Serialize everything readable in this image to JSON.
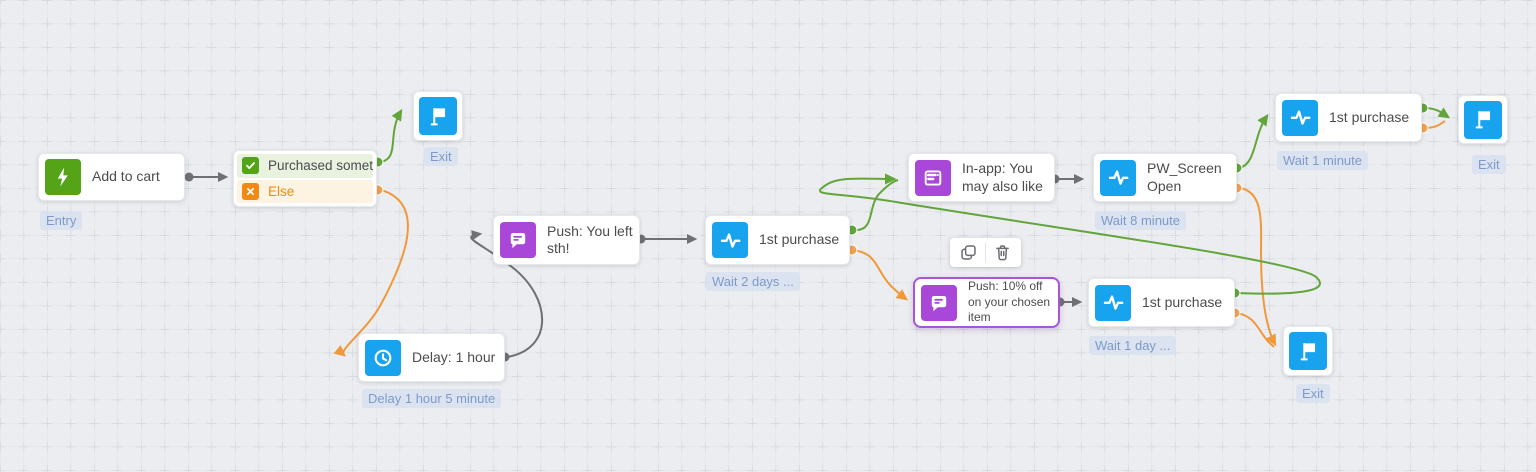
{
  "canvas": {
    "background": "#ecedf0",
    "grid_line": "#e0e3e8",
    "grid_cross": "#d0d6de"
  },
  "colors": {
    "green": "#55a316",
    "green_line": "#62a53b",
    "orange": "#f08a12",
    "orange_line": "#f0993a",
    "purple": "#a847d8",
    "blue": "#17a3ee",
    "gray_line": "#6e7073",
    "badge_bg": "#d8e1f0",
    "badge_text": "#7e9aca",
    "selected_border": "#a855d8"
  },
  "nodes": {
    "add_to_cart": {
      "label": "Add to cart",
      "badge": "Entry",
      "icon": "lightning-icon"
    },
    "condition": {
      "rows": [
        {
          "label": "Purchased somet...",
          "icon": "check-icon"
        },
        {
          "label": "Else",
          "icon": "x-icon"
        }
      ]
    },
    "exit_top": {
      "label": "Exit",
      "icon": "flag-icon"
    },
    "push_left": {
      "label": "Push: You left sth!",
      "icon": "chat-bubble-icon"
    },
    "delay": {
      "label": "Delay: 1 hour",
      "badge": "Delay 1 hour 5 minute",
      "icon": "clock-icon"
    },
    "purchase_mid": {
      "label": "1st purchase",
      "badge": "Wait 2 days ...",
      "icon": "pulse-icon"
    },
    "inapp": {
      "label": "In-app: You may also like",
      "icon": "inapp-message-icon"
    },
    "pw_screen": {
      "label": "PW_ScreenOpen",
      "badge": "Wait 8 minute",
      "icon": "pulse-icon"
    },
    "push_selected": {
      "label": "Push: 10% off on your chosen item",
      "icon": "chat-bubble-icon",
      "selected": true
    },
    "purchase_bottom": {
      "label": "1st purchase",
      "badge": "Wait 1 day ...",
      "icon": "pulse-icon"
    },
    "purchase_topright": {
      "label": "1st purchase",
      "badge": "Wait 1 minute",
      "icon": "pulse-icon"
    },
    "exit_topright": {
      "label": "Exit",
      "icon": "flag-icon"
    },
    "exit_bottom": {
      "label": "Exit",
      "icon": "flag-icon"
    }
  },
  "toolbar": {
    "copy": "copy-icon",
    "delete": "trash-icon"
  },
  "edges": [
    {
      "from": "add_to_cart",
      "to": "condition",
      "color": "gray"
    },
    {
      "from": "condition.purchased",
      "to": "exit_top",
      "color": "green"
    },
    {
      "from": "condition.else",
      "to": "delay",
      "color": "orange"
    },
    {
      "from": "delay",
      "to": "push_left",
      "color": "gray"
    },
    {
      "from": "push_left",
      "to": "purchase_mid",
      "color": "gray"
    },
    {
      "from": "purchase_mid.yes",
      "to": "inapp",
      "color": "green"
    },
    {
      "from": "purchase_mid.no",
      "to": "push_selected",
      "color": "orange"
    },
    {
      "from": "inapp",
      "to": "pw_screen",
      "color": "gray"
    },
    {
      "from": "pw_screen.yes",
      "to": "purchase_topright",
      "color": "green"
    },
    {
      "from": "pw_screen.no",
      "to": "exit_bottom",
      "color": "orange"
    },
    {
      "from": "push_selected",
      "to": "purchase_bottom",
      "color": "gray"
    },
    {
      "from": "purchase_bottom.yes",
      "to": "inapp",
      "color": "green"
    },
    {
      "from": "purchase_bottom.no",
      "to": "exit_bottom",
      "color": "orange"
    },
    {
      "from": "purchase_topright.yes",
      "to": "exit_topright",
      "color": "green"
    },
    {
      "from": "purchase_topright.no",
      "to": "exit_topright",
      "color": "orange"
    }
  ]
}
